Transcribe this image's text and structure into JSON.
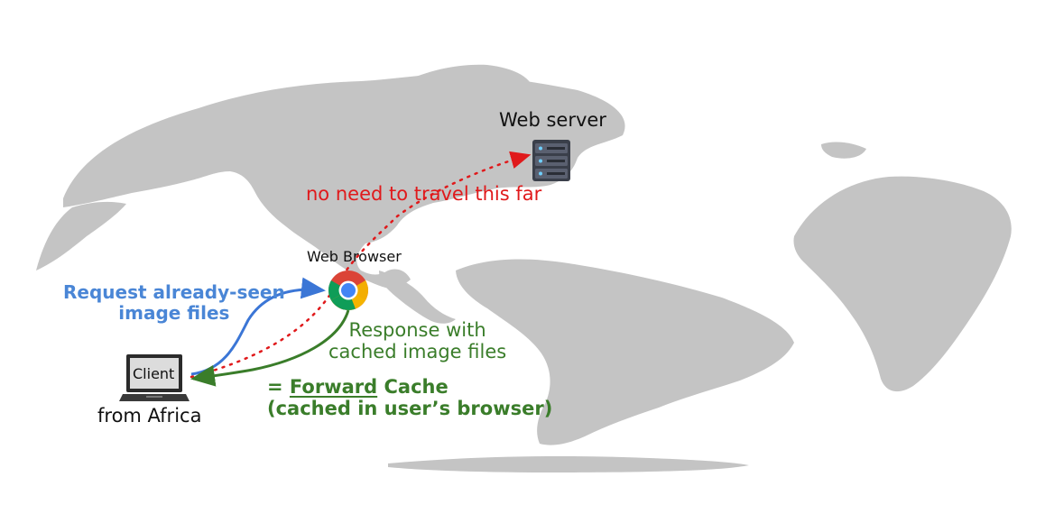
{
  "nodes": {
    "web_server": {
      "label": "Web server"
    },
    "web_browser": {
      "label": "Web Browser"
    },
    "client": {
      "screen_label": "Client",
      "label": "from Africa"
    }
  },
  "edges": {
    "request": {
      "line1": "Request already-seen",
      "line2": "image files",
      "color": "#3b76d6"
    },
    "response": {
      "line1": "Response with",
      "line2": "cached image files",
      "color": "#3a7d2a"
    },
    "not_needed": {
      "label": "no need to travel this far",
      "color": "#e0191b"
    }
  },
  "annotation": {
    "prefix": "= ",
    "emphasis": "Forward",
    "suffix": " Cache",
    "line2": "(cached in user’s browser)"
  },
  "colors": {
    "map_land": "#c4c4c4",
    "ocean": "#ffffff"
  }
}
